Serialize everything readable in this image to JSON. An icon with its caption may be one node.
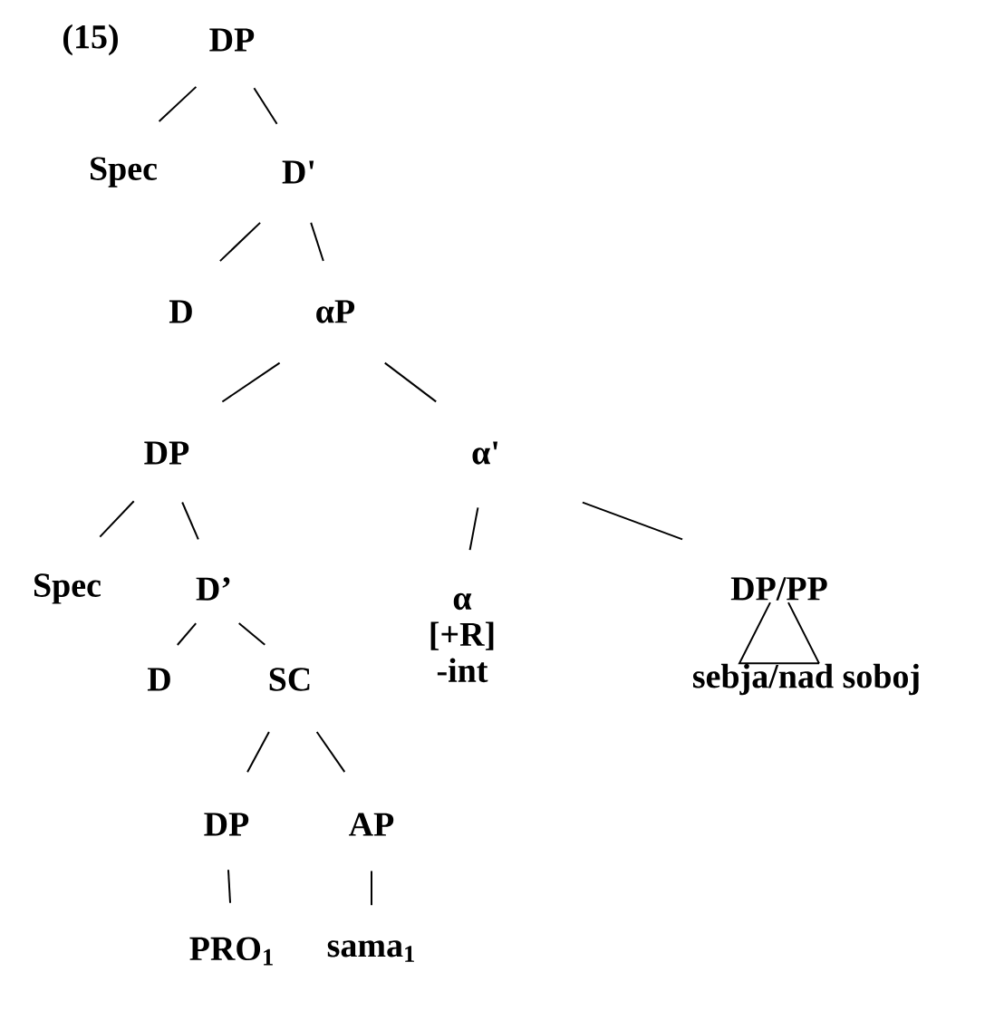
{
  "diagram": {
    "nodes": [
      {
        "text": [
          "DP"
        ]
      },
      {
        "text": [
          "Spec"
        ]
      },
      {
        "text": [
          "D'"
        ]
      },
      {
        "text": [
          "D"
        ]
      },
      {
        "text": [
          "αP"
        ]
      },
      {
        "text": [
          "DP"
        ]
      },
      {
        "text": [
          "α'"
        ]
      },
      {
        "text": [
          "Spec"
        ]
      },
      {
        "text": [
          "D’"
        ]
      },
      {
        "text": [
          "α",
          "[+R]",
          "-int"
        ]
      },
      {
        "text": [
          "DP/PP"
        ]
      },
      {
        "text": [
          "D"
        ]
      },
      {
        "text": [
          "SC"
        ]
      },
      {
        "text": [
          "sebja/nad soboj"
        ]
      },
      {
        "text": [
          "DP"
        ]
      },
      {
        "text": [
          "AP"
        ]
      },
      {
        "text": [
          "PRO$_{1}$"
        ]
      },
      {
        "text": [
          "sama$_{1}$"
        ]
      }
    ],
    "edges": [
      {
        "from": 0,
        "to": 1,
        "arrow": "none"
      },
      {
        "from": 0,
        "to": 2,
        "arrow": "none"
      },
      {
        "from": 2,
        "to": 3,
        "arrow": "none"
      },
      {
        "from": 2,
        "to": 4,
        "arrow": "none"
      },
      {
        "from": 4,
        "to": 5,
        "arrow": "none"
      },
      {
        "from": 4,
        "to": 6,
        "arrow": "none"
      },
      {
        "from": 5,
        "to": 7,
        "arrow": "none"
      },
      {
        "from": 5,
        "to": 8,
        "arrow": "none"
      },
      {
        "from": 6,
        "to": 9,
        "arrow": "none"
      },
      {
        "from": 6,
        "to": 10,
        "arrow": "none"
      },
      {
        "from": 10,
        "to": 13,
        "arrow": "other"
      },
      {
        "from": 8,
        "to": 11,
        "arrow": "none"
      },
      {
        "from": 8,
        "to": 12,
        "arrow": "none"
      },
      {
        "from": 12,
        "to": 14,
        "arrow": "none"
      },
      {
        "from": 12,
        "to": 15,
        "arrow": "none"
      },
      {
        "from": 14,
        "to": 16,
        "arrow": "none"
      },
      {
        "from": 15,
        "to": 17,
        "arrow": "none"
      }
    ],
    "labels": [
      "(15)"
    ]
  }
}
